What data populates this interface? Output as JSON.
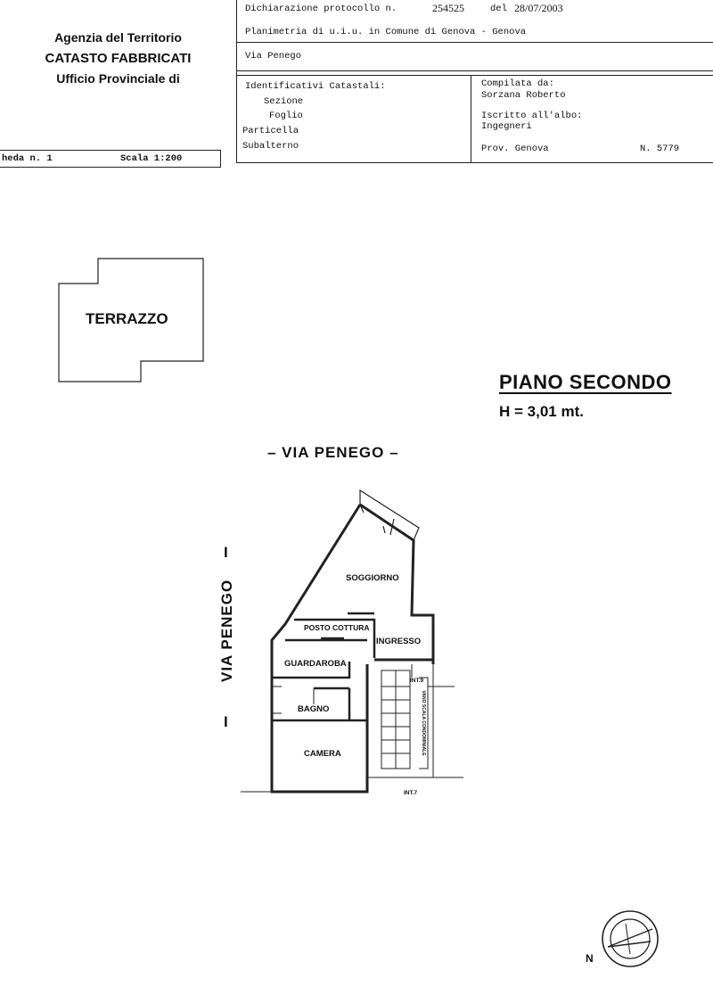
{
  "header": {
    "agency_line1": "Agenzia del Territorio",
    "agency_line2": "CATASTO FABBRICATI",
    "agency_line3": "Ufficio Provinciale di",
    "scheda": "heda n. 1",
    "scala": "Scala 1:200",
    "dichiarazione_label": "Dichiarazione protocollo n.",
    "protocollo": "254525",
    "del_label": "del",
    "date": "28/07/2003",
    "planimetria": "Planimetria di u.i.u. in Comune di Genova - Genova",
    "address": "Via Penego"
  },
  "identificativi": {
    "title": "Identificativi Catastali:",
    "sezione": "Sezione",
    "foglio": "Foglio",
    "particella": "Particella",
    "subalterno": "Subalterno"
  },
  "compilata": {
    "label": "Compilata da:",
    "name": "Sorzana Roberto",
    "iscritto_label": "Iscritto all'albo:",
    "albo": "Ingegneri",
    "prov": "Prov. Genova",
    "numero": "N.  5779"
  },
  "plan": {
    "terrazzo": "TERRAZZO",
    "piano": "PIANO SECONDO",
    "altezza": "H = 3,01 mt.",
    "street_top": "–  VIA PENEGO  –",
    "street_side": "VIA PENEGO",
    "side_dash_top": "I",
    "side_dash_bottom": "I",
    "rooms": {
      "soggiorno": "SOGGIORNO",
      "posto_cottura": "POSTO COTTURA",
      "ingresso": "INGRESSO",
      "guardaroba": "GUARDAROBA",
      "bagno": "BAGNO",
      "camera": "CAMERA",
      "int9": "INT.9",
      "int7": "INT.7",
      "vano_scala": "VANO SCALA CONDOMINIALE"
    },
    "north": "N"
  }
}
